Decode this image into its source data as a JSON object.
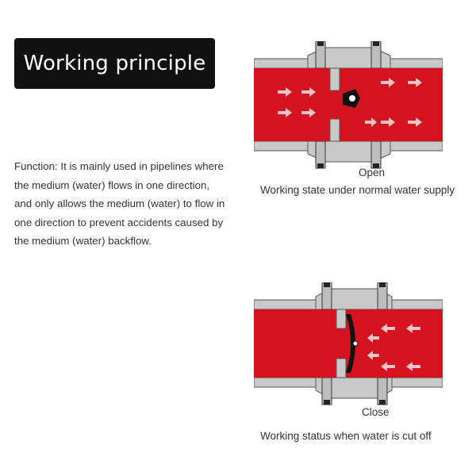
{
  "title": "Working principle",
  "function_lines": [
    "Function: It is mainly used in pipelines where",
    "the medium (water) flows in one direction,",
    "and only allows the medium (water) to flow in",
    "one direction to prevent accidents caused by",
    "the medium (water) backflow."
  ],
  "open_diagram": {
    "state_label": "Open",
    "caption": "Working state under normal water supply",
    "flow_direction": "right",
    "valve_state": "open"
  },
  "closed_diagram": {
    "state_label": "Close",
    "caption": "Working status when water is cut off",
    "flow_direction": "left",
    "valve_state": "closed"
  },
  "colors": {
    "water": "#d5121f",
    "metal": "#c9c9c9",
    "title_background": "#111111",
    "arrow": "#f4c4c4"
  }
}
